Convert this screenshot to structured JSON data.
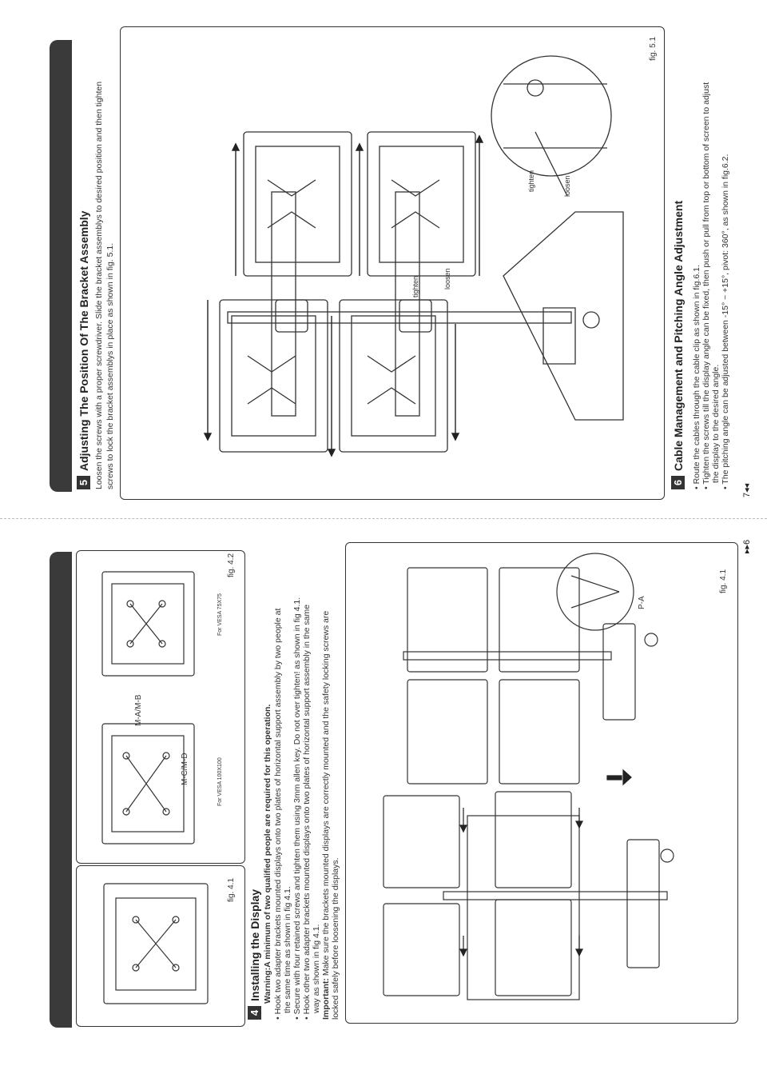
{
  "page_right": {
    "section5": {
      "number": "5",
      "title": "Adjusting The Position Of The Bracket Assembly",
      "body_line1": "Loosen the screws with a proper screwdriver. Slide the bracket assemblys to desired position and then tighten",
      "body_line2": "screws to lock the bracket assemblys in place as shown in fig. 5.1.",
      "fig_label": "fig. 5.1",
      "callout_tighten": "tighten",
      "callout_loosen": "loosen"
    },
    "section6": {
      "number": "6",
      "title": "Cable Management and Pitching Angle Adjustment",
      "bullet1": "• Route the cables through the cable clip as shown in fig.6.1.",
      "bullet2_line1": "• Tighten the screws till the display angle can be fixed, then push or pull from top or bottom of screen to adjust",
      "bullet2_line2": "the display to the desired angle.",
      "bullet3": "• The pitching angle can be adjusted between -15° ~ +15°, pivot: 360°, as shown in fig.6.2."
    },
    "page_number": "7"
  },
  "page_left": {
    "fig41_label": "fig. 4.1",
    "fig42_label": "fig. 4.2",
    "vesa100": "For VESA 100X100",
    "vesa75": "For VESA 75X75",
    "label_mab": "M-A/M-B",
    "label_mcd": "M-C/M-D",
    "section4": {
      "number": "4",
      "title": "Installing the Display",
      "warning": "Warning:A minimum of two qualified people are required for this operation.",
      "bullet1_line1": "• Hook two adapter brackets mounted displays onto two plates of horizontal support assembly by two people at",
      "bullet1_line2": "the same time as shown in fig 4.1.",
      "bullet2": "• Secure with four retained screws and tighten them using 3mm allen key. Do not over tighten! as shown in fig 4.1.",
      "bullet3_line1": "• Hook other two adapter brackets mounted displays onto two plates of horizontal support assembly in the same",
      "bullet3_line2": "way as shown in fig 4.1.",
      "important_label": "Important:",
      "important_line1": " Make sure the brackets mounted displays are correctly mounted and the safety locking screws are",
      "important_line2": "locked safely before loosening the displays."
    },
    "fig41b_label": "fig. 4.1",
    "callout_pa": "P-A",
    "page_number": "6"
  }
}
